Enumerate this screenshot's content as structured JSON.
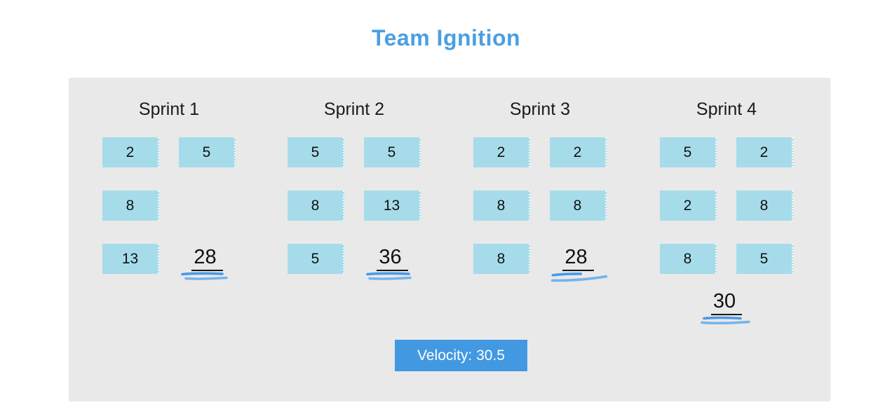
{
  "title": "Team Ignition",
  "colors": {
    "accent_title": "#4a9fe2",
    "card_fill": "#a6dcea",
    "panel_bg": "#e9e9e9",
    "badge_bg": "#4299e1",
    "badge_text": "#ffffff",
    "scribble_dark": "#4a98e8",
    "scribble_light": "#74b3ec",
    "text": "#1b1b1b"
  },
  "sprints": [
    {
      "label": "Sprint 1",
      "cards": [
        "2",
        "5",
        "8",
        "13"
      ],
      "total": "28"
    },
    {
      "label": "Sprint 2",
      "cards": [
        "5",
        "5",
        "8",
        "13",
        "5"
      ],
      "total": "36"
    },
    {
      "label": "Sprint 3",
      "cards": [
        "2",
        "2",
        "8",
        "8",
        "8"
      ],
      "total": "28"
    },
    {
      "label": "Sprint 4",
      "cards": [
        "5",
        "2",
        "2",
        "8",
        "8",
        "5"
      ],
      "total": "30"
    }
  ],
  "velocity_label": "Velocity: 30.5"
}
